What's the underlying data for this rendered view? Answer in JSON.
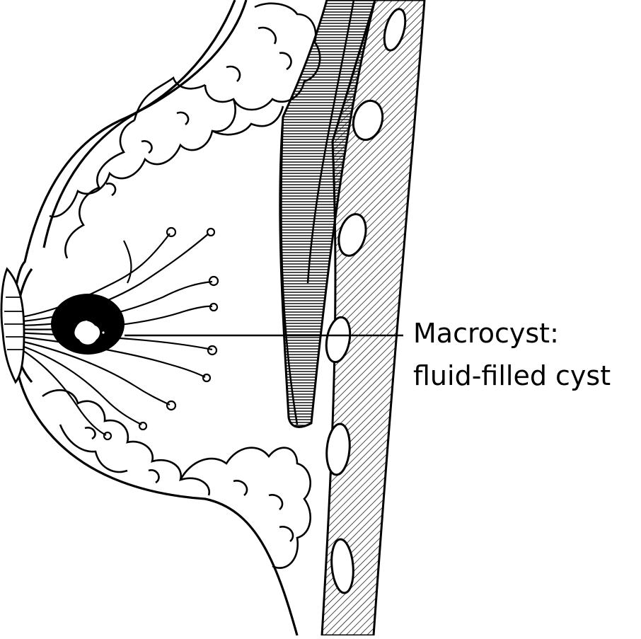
{
  "diagram": {
    "subject": "breast cross-section anatomical illustration",
    "callout": {
      "lines": [
        "Macrocyst:",
        "fluid-filled cyst"
      ]
    },
    "colors": {
      "ink": "#000000",
      "background": "#ffffff"
    }
  }
}
